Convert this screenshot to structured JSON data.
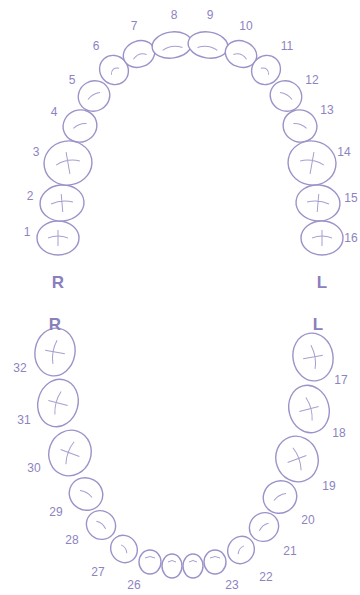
{
  "diagram": {
    "labels": [
      "1",
      "2",
      "3",
      "4",
      "5",
      "6",
      "7",
      "8",
      "9",
      "10",
      "11",
      "12",
      "13",
      "14",
      "15",
      "16",
      "R",
      "L",
      "R",
      "L",
      "17",
      "18",
      "19",
      "20",
      "21",
      "22",
      "23",
      "26",
      "27",
      "28",
      "29",
      "30",
      "31",
      "32"
    ]
  }
}
